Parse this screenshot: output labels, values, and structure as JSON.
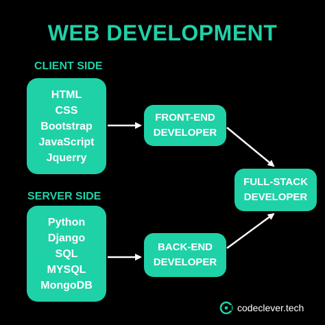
{
  "title": "WEB DEVELOPMENT",
  "colors": {
    "accent": "#1fd1a7",
    "background": "#000000",
    "text_on_accent": "#ffffff"
  },
  "client": {
    "label": "CLIENT SIDE",
    "items": [
      "HTML",
      "CSS",
      "Bootstrap",
      "JavaScript",
      "Jquerry"
    ]
  },
  "server": {
    "label": "SERVER SIDE",
    "items": [
      "Python",
      "Django",
      "SQL",
      "MYSQL",
      "MongoDB"
    ]
  },
  "front_end": {
    "line1": "FRONT-END",
    "line2": "DEVELOPER"
  },
  "back_end": {
    "line1": "BACK-END",
    "line2": "DEVELOPER"
  },
  "full_stack": {
    "line1": "FULL-STACK",
    "line2": "DEVELOPER"
  },
  "brand": {
    "name": "codeclever.tech",
    "icon": "codeclever-logo-icon"
  }
}
